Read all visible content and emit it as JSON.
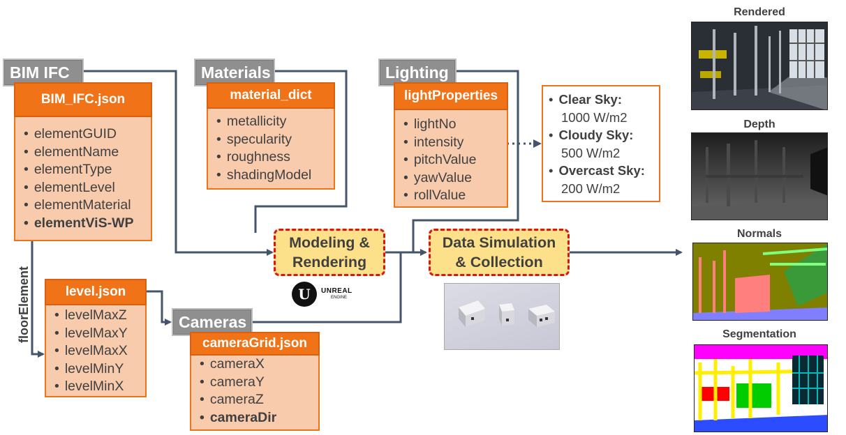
{
  "sources": {
    "bim_ifc": "BIM IFC",
    "materials": "Materials",
    "lighting": "Lighting",
    "cameras": "Cameras"
  },
  "bim_json": {
    "title": "BIM_IFC.json",
    "items": [
      "elementGUID",
      "elementName",
      "elementType",
      "elementLevel",
      "elementMaterial",
      "elementViS-WP"
    ]
  },
  "material_dict": {
    "title": "material_dict",
    "items": [
      "metallicity",
      "specularity",
      "roughness",
      "shadingModel"
    ]
  },
  "light_properties": {
    "title": "lightProperties",
    "items": [
      "lightNo",
      "intensity",
      "pitchValue",
      "yawValue",
      "rollValue"
    ]
  },
  "sky": {
    "items": [
      {
        "name": "Clear Sky:",
        "value": "1000 W/m2"
      },
      {
        "name": "Cloudy Sky:",
        "value": "500 W/m2"
      },
      {
        "name": "Overcast Sky:",
        "value": "200 W/m2"
      }
    ]
  },
  "level_json": {
    "title": "level.json",
    "items": [
      "levelMaxZ",
      "levelMaxY",
      "levelMaxX",
      "levelMinY",
      "levelMinX"
    ]
  },
  "camera_grid": {
    "title": "cameraGrid.json",
    "items": [
      "cameraX",
      "cameraY",
      "cameraZ",
      "cameraDir"
    ]
  },
  "floor_element_label": "floorElement",
  "process": {
    "modeling_line1": "Modeling &",
    "modeling_line2": "Rendering",
    "simulation_line1": "Data Simulation",
    "simulation_line2": "& Collection"
  },
  "unreal_logo": {
    "line1": "UNREAL",
    "line2": "ENGINE"
  },
  "outputs": {
    "rendered": "Rendered",
    "depth": "Depth",
    "normals": "Normals",
    "segmentation": "Segmentation"
  },
  "colors": {
    "orange": "#f07318",
    "peach": "#f8cbad",
    "gray": "#8f8f8f",
    "yellow": "#fde08a",
    "red_dash": "#d9141b",
    "connector": "#44546a"
  }
}
